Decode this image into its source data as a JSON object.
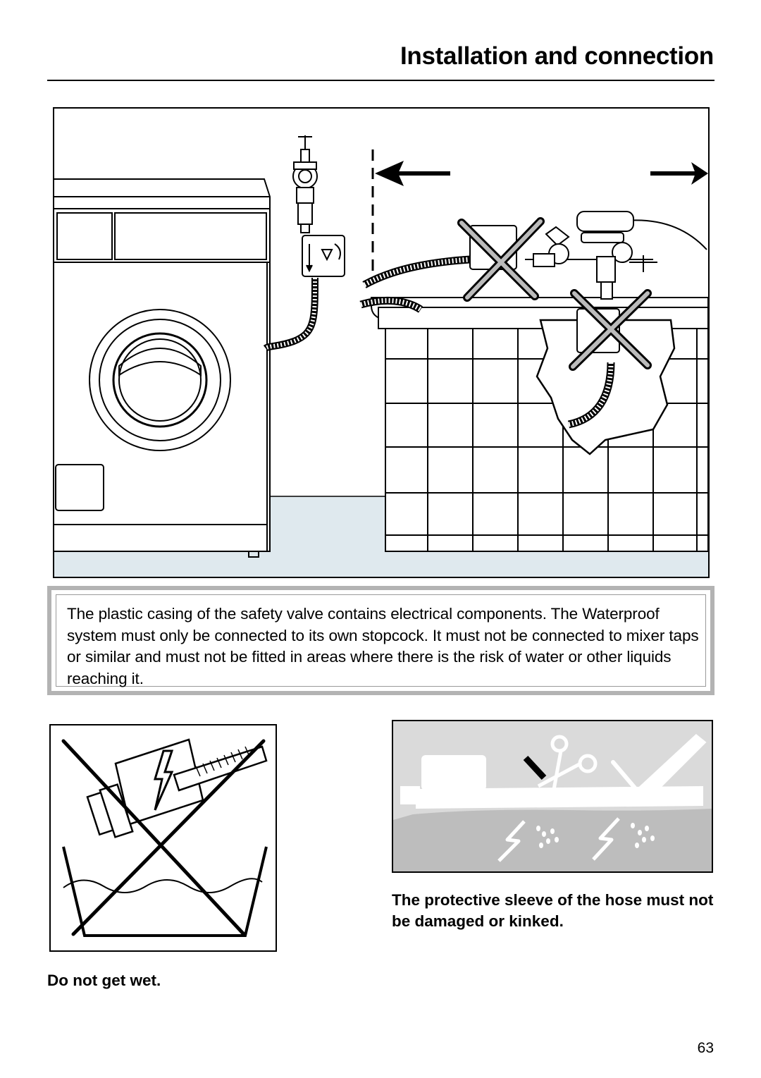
{
  "header": {
    "title": "Installation and connection"
  },
  "warning": {
    "text": "The plastic casing of the safety valve contains electrical components. The Waterproof system must only be connected to its own stopcock. It must not be connected to mixer taps or similar and must not be fitted in areas where there is the risk of water or other liquids reaching it."
  },
  "figures": {
    "main": {
      "icons": [
        "washing-machine-icon",
        "stopcock-icon",
        "safety-valve-icon",
        "bathtub-icon",
        "mixer-tap-icon",
        "cross-icon",
        "arrow-left-icon",
        "arrow-right-icon"
      ]
    },
    "wet": {
      "icons": [
        "safety-valve-icon",
        "lightning-icon",
        "water-bowl-icon",
        "cross-icon"
      ]
    },
    "sleeve": {
      "icons": [
        "hose-icon",
        "scissors-icon",
        "knife-icon",
        "lightning-icon",
        "water-drops-icon"
      ]
    }
  },
  "captions": {
    "sleeve": "The protective sleeve of the hose must not be damaged or kinked.",
    "wet": "Do not get wet."
  },
  "footer": {
    "page_number": "63"
  },
  "colors": {
    "floor": "#dfe9ee",
    "warning_border": "#b3b3b3",
    "sleeve_bg": "#dadada"
  }
}
